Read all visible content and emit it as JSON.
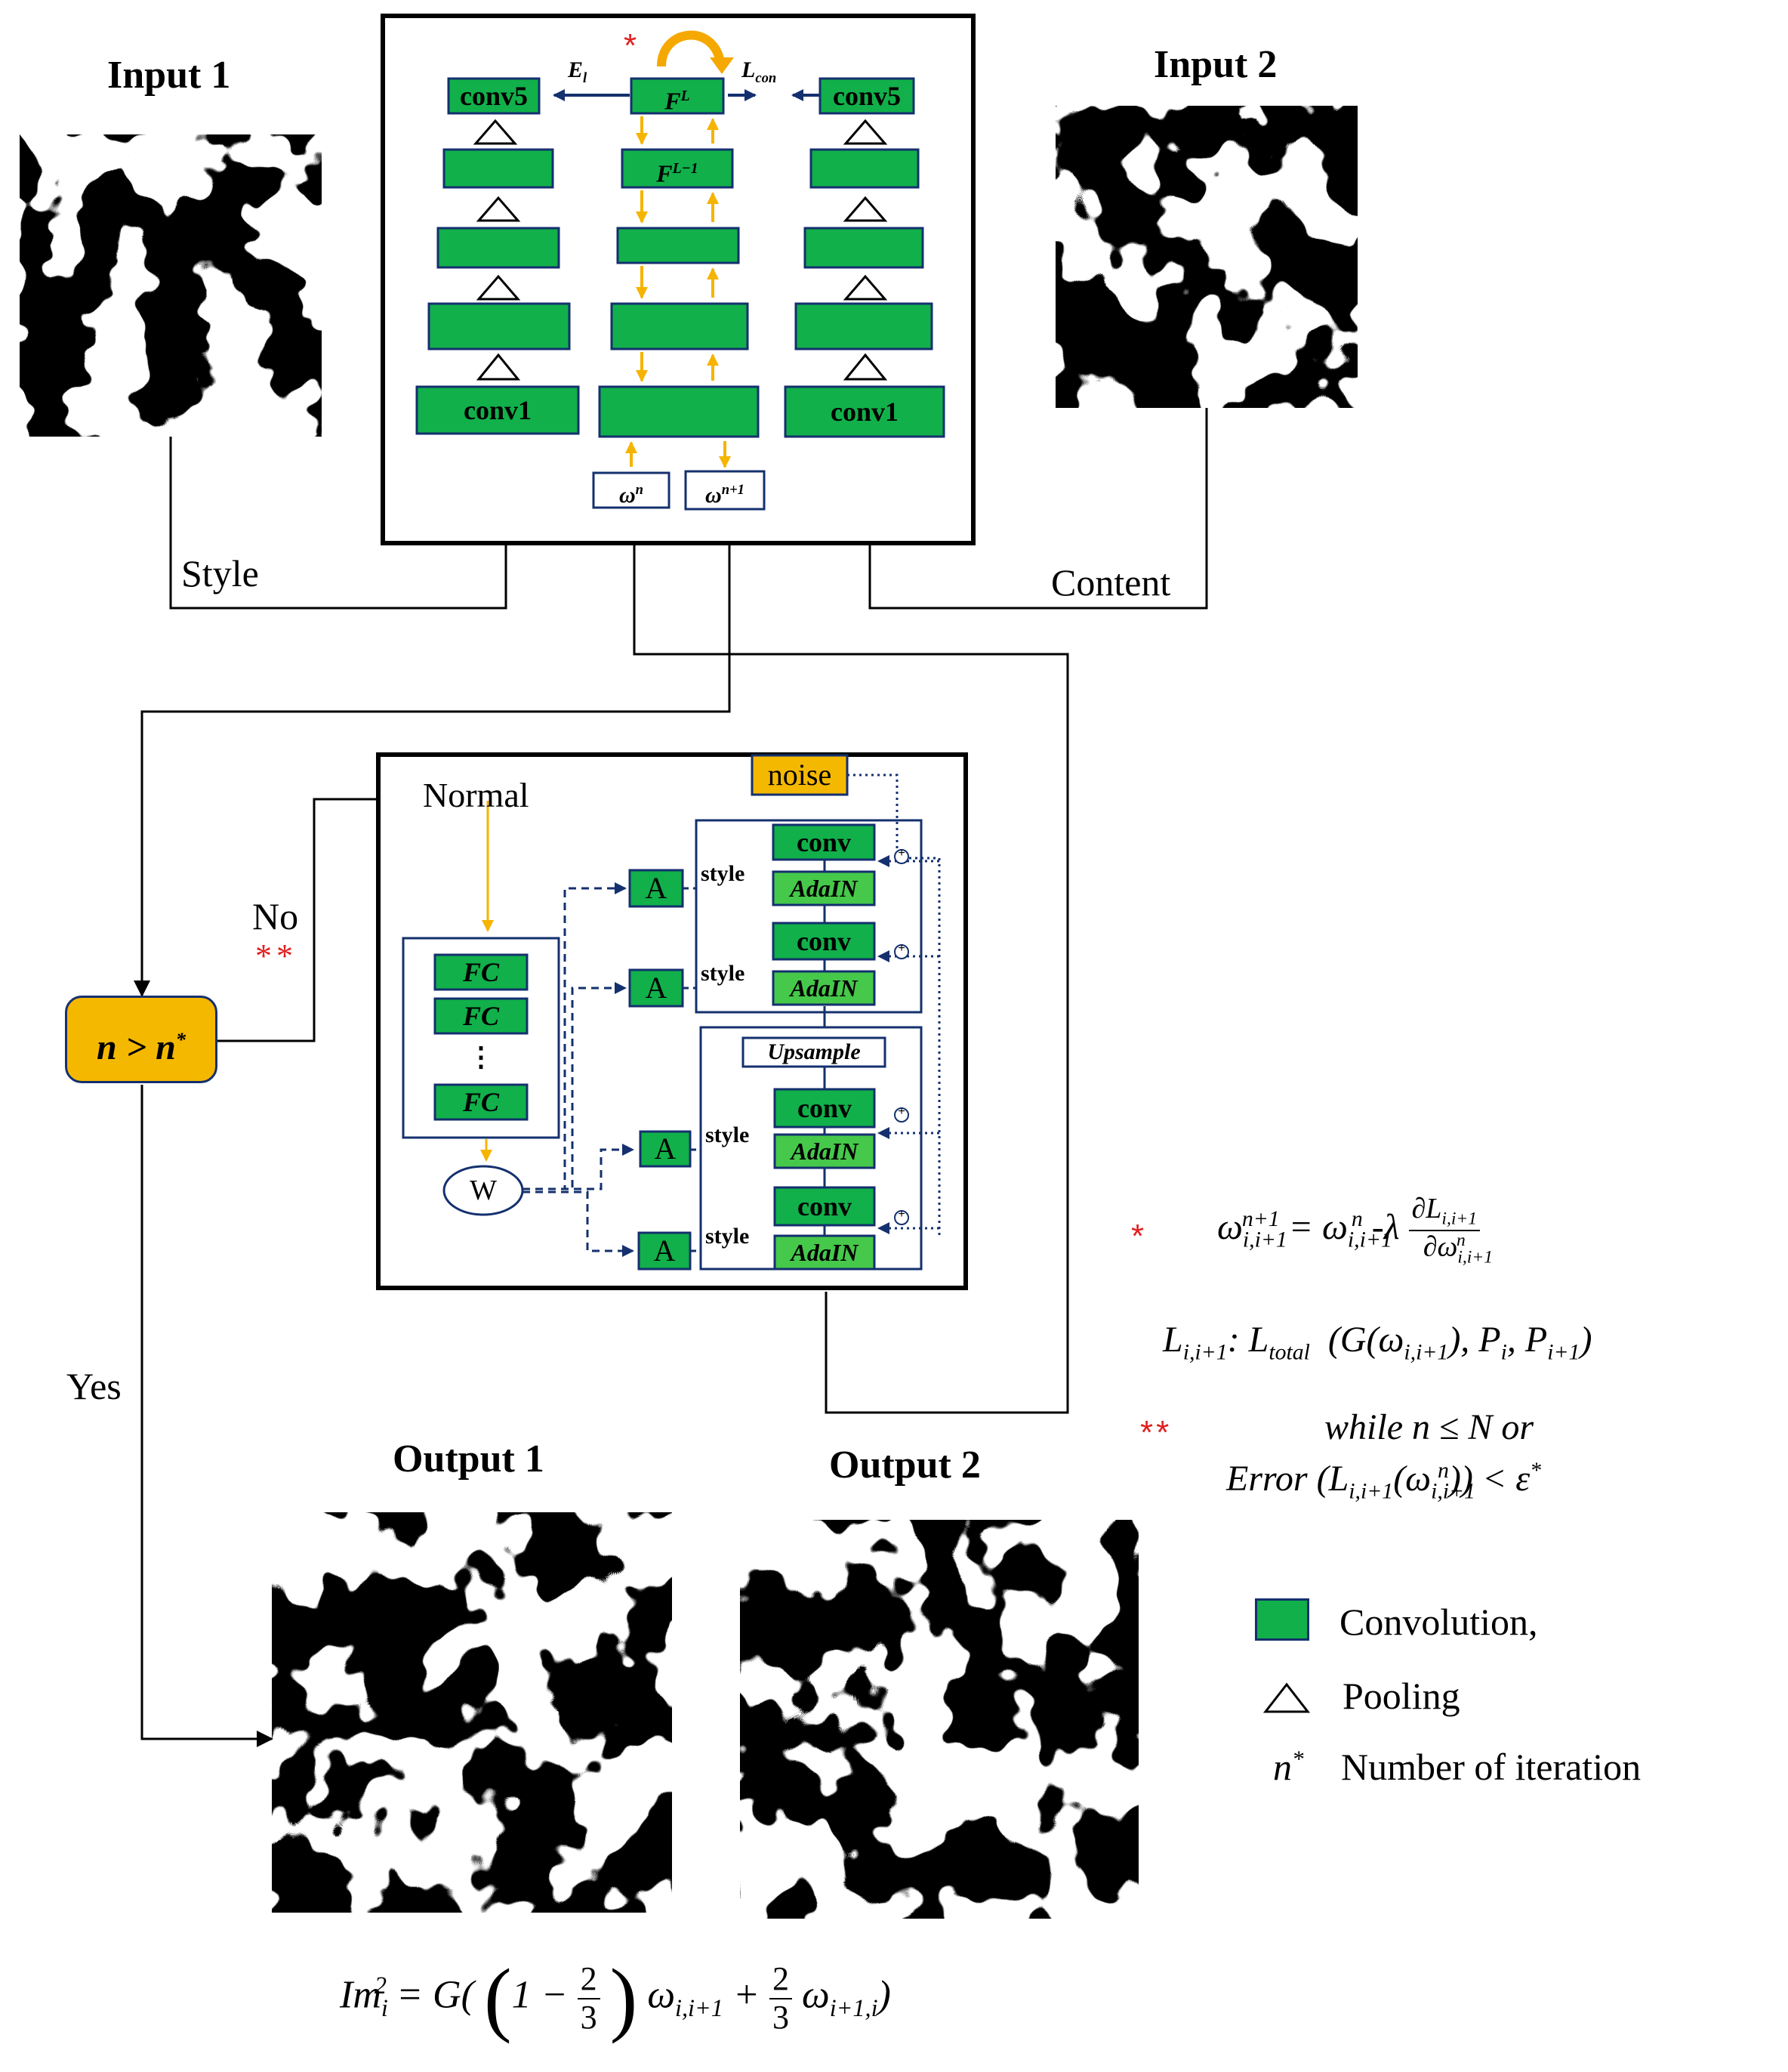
{
  "titles": {
    "input1": "Input 1",
    "input2": "Input 2",
    "output1": "Output 1",
    "output2": "Output 2"
  },
  "flow_labels": {
    "style": "Style",
    "content": "Content",
    "no": "No",
    "yes": "Yes",
    "double_star": "**",
    "single_star": "*"
  },
  "vgg": {
    "conv5_left": "conv5",
    "conv5_right": "conv5",
    "conv1_left": "conv1",
    "conv1_right": "conv1",
    "feature_top": "F^L",
    "feature_next": "F^{L−1}",
    "loss_left": "E_l",
    "loss_right": "L_con",
    "weight_n": "ω^n",
    "weight_n1": "ω^{n+1}"
  },
  "decision": {
    "label": "n > n*"
  },
  "generator": {
    "normal": "Normal",
    "noise": "noise",
    "fc": [
      "FC",
      "FC",
      "⋮",
      "FC"
    ],
    "w": "W",
    "affine": "A",
    "style": "style",
    "conv": "conv",
    "adain": "AdaIN",
    "upsample": "Upsample",
    "plus": "+"
  },
  "equations": {
    "update_star": "*",
    "update": "ω^{n+1}_{i,i+1} = ω^n_{i,i+1} - λ ∂L_{i,i+1} / ∂ω^n_{i,i+1}",
    "loss": "L_{i,i+1}: L_total (G(ω_{i,i+1}), P_i, P_{i+1})",
    "cond_star": "**",
    "cond1": "while n ≤ N or",
    "cond2": "Error (L_{i,i+1}(ω^n_{i,i+1})) < ε*",
    "im": "Im^2_i = G((1 − 2/3) ω_{i,i+1} + 2/3 ω_{i+1,i})"
  },
  "legend": {
    "convolution": "Convolution,",
    "pooling": "Pooling",
    "n_star": "n*",
    "iteration": "Number of iteration"
  },
  "colors": {
    "green": "#11b04a",
    "light_green": "#46c84a",
    "navy": "#14306e",
    "orange": "#f5a800",
    "yellow": "#f5c000",
    "red": "#e02020"
  }
}
